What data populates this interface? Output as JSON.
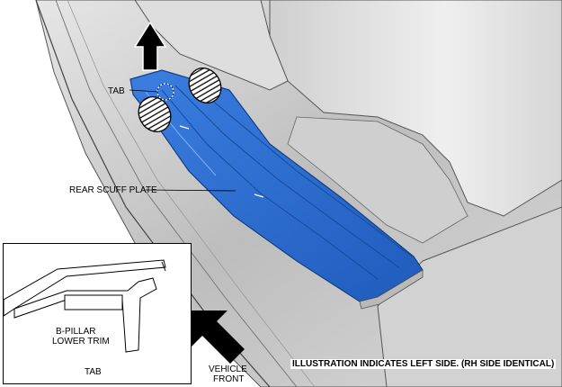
{
  "labels": {
    "tab": "TAB",
    "rear_scuff_plate": "REAR SCUFF PLATE",
    "b_pillar_line1": "B-PILLAR",
    "b_pillar_line2": "LOWER TRIM",
    "inset_tab": "TAB",
    "vehicle_line1": "VEHICLE",
    "vehicle_line2": "FRONT"
  },
  "caption": "ILLUSTRATION INDICATES LEFT SIDE. (RH SIDE IDENTICAL)",
  "colors": {
    "scuff_plate": "#2f6fd1",
    "scuff_plate_dark": "#1f54a8",
    "body_gray": "#c9c9c9",
    "background": "#ffffff"
  },
  "icons": {
    "pull_direction": "arrow-up-icon",
    "vehicle_front": "arrow-up-left-icon"
  }
}
